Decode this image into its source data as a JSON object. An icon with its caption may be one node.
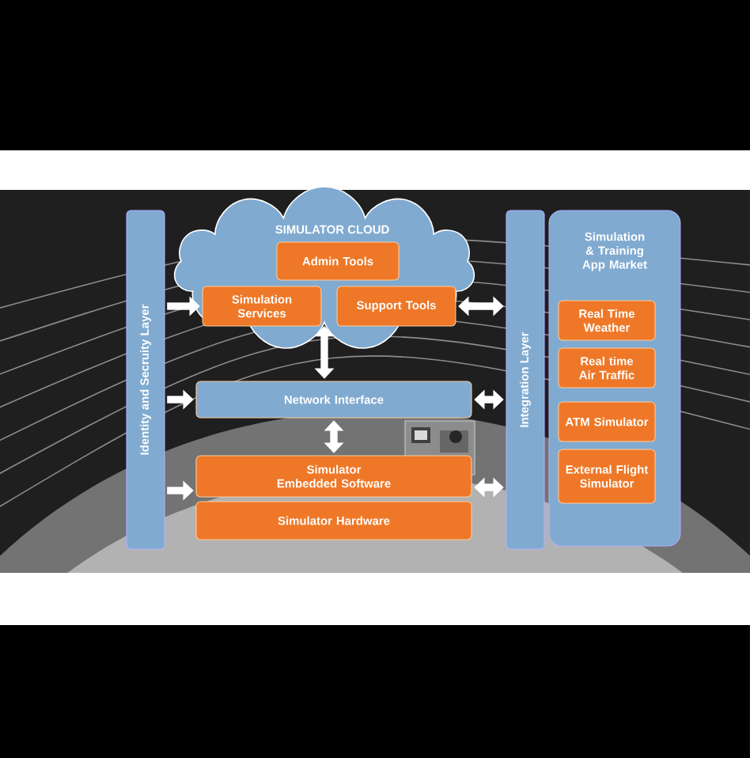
{
  "diagram": {
    "nodes": [
      {
        "text": [
          "Identity and Secruity Layer"
        ]
      },
      {
        "text": [
          "SIMULATOR CLOUD"
        ]
      },
      {
        "text": [
          "Admin Tools"
        ],
        "in": 1
      },
      {
        "text": [
          "Simulation Services"
        ],
        "in": 1
      },
      {
        "text": [
          "Support Tools"
        ],
        "in": 1
      },
      {
        "text": [
          "Network Interface"
        ]
      },
      {
        "text": [],
        "shape": "picture"
      },
      {
        "text": [
          "Simulator Embedded Software"
        ]
      },
      {
        "text": [
          "Simulator Hardware"
        ]
      },
      {
        "text": [
          "Integration Layer"
        ]
      },
      {
        "text": [
          "Simulation & Training App Market"
        ]
      },
      {
        "text": [
          "Real Time Weather"
        ],
        "in": 10
      },
      {
        "text": [
          "Real time Air Traffic"
        ],
        "in": 10
      },
      {
        "text": [
          "ATM Simulator"
        ],
        "in": 10
      },
      {
        "text": [
          "External Flight Simulator"
        ],
        "in": 10
      }
    ],
    "edges": [
      {
        "from": 0,
        "to": 3,
        "arrow": "to"
      },
      {
        "from": 0,
        "to": 5,
        "arrow": "to"
      },
      {
        "from": 0,
        "to": 7,
        "arrow": "to"
      },
      {
        "from": 1,
        "to": 5,
        "arrow": "both"
      },
      {
        "from": 5,
        "to": 7,
        "arrow": "both"
      },
      {
        "from": 4,
        "to": 9,
        "arrow": "both"
      },
      {
        "from": 5,
        "to": 9,
        "arrow": "both"
      },
      {
        "from": 7,
        "to": 9,
        "arrow": "both"
      }
    ]
  }
}
